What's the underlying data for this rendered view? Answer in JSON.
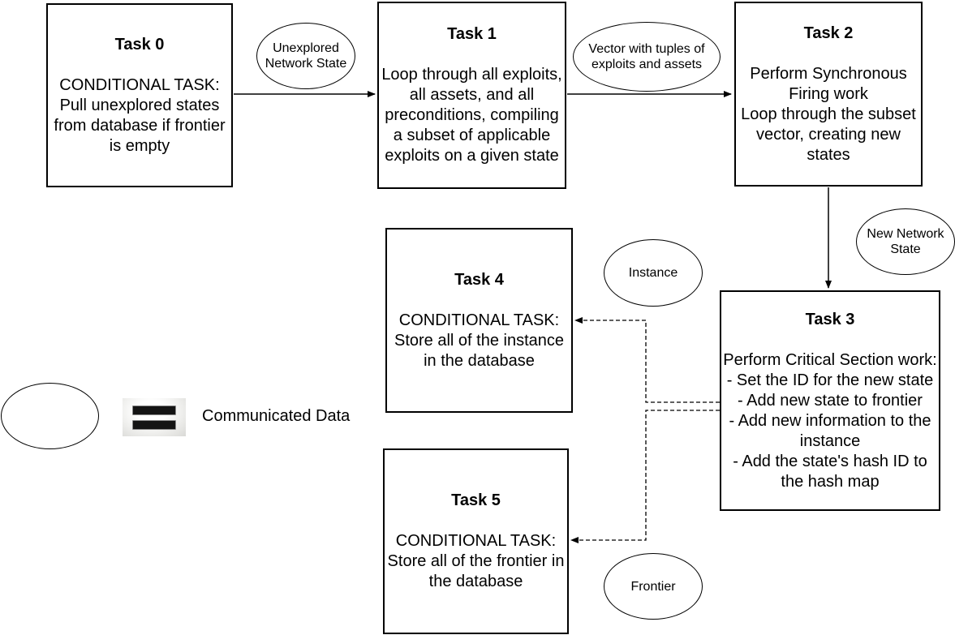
{
  "canvas": {
    "background_color": "#ffffff",
    "stroke_color": "#000000",
    "text_color": "#000000"
  },
  "tasks": [
    {
      "title": "Task 0",
      "body_lines": [
        "CONDITIONAL TASK:",
        "Pull unexplored states",
        "from database if frontier",
        "is empty"
      ]
    },
    {
      "title": "Task 1",
      "body_lines": [
        "Loop through all exploits,",
        "all assets, and all",
        "preconditions, compiling",
        "a subset of applicable",
        "exploits on a given state"
      ]
    },
    {
      "title": "Task 2",
      "body_lines": [
        "Perform Synchronous",
        "Firing work",
        "Loop through the subset",
        "vector, creating new",
        "states"
      ]
    },
    {
      "title": "Task 3",
      "body_lines": [
        "Perform Critical Section work:",
        "- Set the ID for the new state",
        "- Add new state to frontier",
        "- Add new information to the",
        "instance",
        "- Add the state's hash ID to",
        "the hash map"
      ]
    },
    {
      "title": "Task 4",
      "body_lines": [
        "CONDITIONAL TASK:",
        "Store all of the instance",
        "in the database"
      ]
    },
    {
      "title": "Task 5",
      "body_lines": [
        "CONDITIONAL TASK:",
        "Store all of the frontier in",
        "the database"
      ]
    }
  ],
  "data_ovals": [
    {
      "label_lines": [
        "Unexplored",
        "Network State"
      ]
    },
    {
      "label_lines": [
        "Vector with tuples of",
        "exploits and assets"
      ]
    },
    {
      "label_lines": [
        "New Network",
        "State"
      ]
    },
    {
      "label_lines": [
        "Instance"
      ]
    },
    {
      "label_lines": [
        "Frontier"
      ]
    }
  ],
  "legend": {
    "symbol_oval": "empty-oval",
    "symbol_icon": "equals-sign",
    "label": "Communicated Data"
  }
}
